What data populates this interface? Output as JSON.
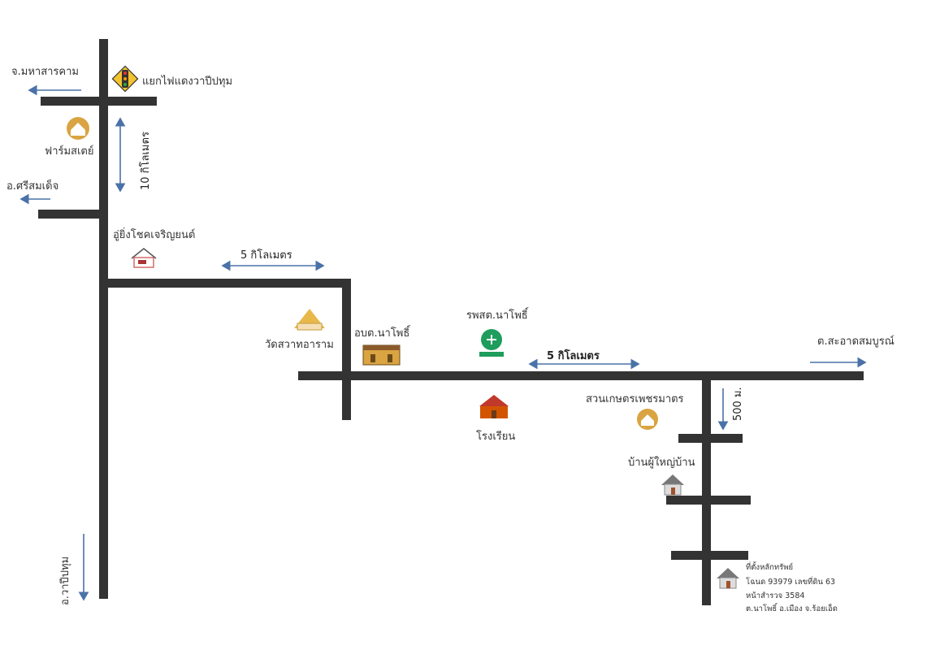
{
  "labels": {
    "maha_sarakham": "จ.มหาสารคาม",
    "traffic_light": "แยกไฟแดงวาปีปทุม",
    "farm_stay": "ฟาร์มสเตย์",
    "si_somdet": "อ.ศรีสมเด็จ",
    "garage": "อู่ยิ่งโชคเจริญยนต์",
    "temple": "วัดสวาทอาราม",
    "sao": "อบต.นาโพธิ์",
    "hospital": "รพสต.นาโพธิ์",
    "school": "โรงเรียน",
    "orchard": "สวนเกษตรเพชรมาตร",
    "village_head": "บ้านผู้ใหญ่บ้าน",
    "sa_at": "ต.สะอาดสมบูรณ์",
    "wapi_pathum": "อ.วาปีปทุม"
  },
  "distances": {
    "d1": "10 กิโลเมตร",
    "d2": "5 กิโลเมตร",
    "d3": "5 กิโลเมตร",
    "d4": "500 ม."
  },
  "property": {
    "title": "ที่ตั้งหลักทรัพย์",
    "deed": "โฉนด 93979 เลขที่ดิน 63",
    "page": "หน้าสำรวจ 3584",
    "address": "ต.นาโพธิ์ อ.เมือง จ.ร้อยเอ็ด"
  },
  "colors": {
    "road": "#333333",
    "arrow": "#4a72a8",
    "icon_gold": "#d9a441"
  }
}
